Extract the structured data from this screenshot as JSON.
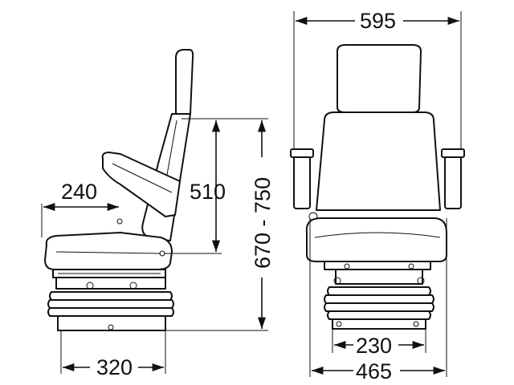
{
  "dimensions": {
    "top_width": "595",
    "depth_seat": "240",
    "back_height": "510",
    "height_range": "670 - 750",
    "base_depth": "320",
    "base_width_inner": "230",
    "base_width_outer": "465"
  }
}
